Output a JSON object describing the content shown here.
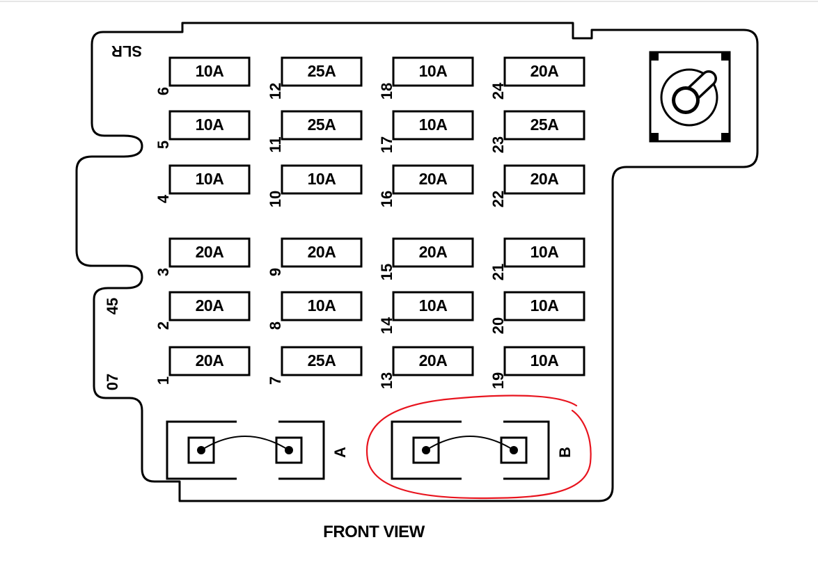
{
  "caption": "FRONT VIEW",
  "side_labels": {
    "top": "SLR",
    "middle": "45",
    "bottom": "07"
  },
  "fuses": [
    {
      "num": "6",
      "rating": "10A"
    },
    {
      "num": "5",
      "rating": "10A"
    },
    {
      "num": "4",
      "rating": "10A"
    },
    {
      "num": "3",
      "rating": "20A"
    },
    {
      "num": "2",
      "rating": "20A"
    },
    {
      "num": "1",
      "rating": "20A"
    },
    {
      "num": "12",
      "rating": "25A"
    },
    {
      "num": "11",
      "rating": "25A"
    },
    {
      "num": "10",
      "rating": "10A"
    },
    {
      "num": "9",
      "rating": "20A"
    },
    {
      "num": "8",
      "rating": "10A"
    },
    {
      "num": "7",
      "rating": "25A"
    },
    {
      "num": "18",
      "rating": "10A"
    },
    {
      "num": "17",
      "rating": "10A"
    },
    {
      "num": "16",
      "rating": "20A"
    },
    {
      "num": "15",
      "rating": "20A"
    },
    {
      "num": "14",
      "rating": "10A"
    },
    {
      "num": "13",
      "rating": "20A"
    },
    {
      "num": "24",
      "rating": "20A"
    },
    {
      "num": "23",
      "rating": "25A"
    },
    {
      "num": "22",
      "rating": "20A"
    },
    {
      "num": "21",
      "rating": "10A"
    },
    {
      "num": "20",
      "rating": "10A"
    },
    {
      "num": "19",
      "rating": "10A"
    }
  ],
  "breakers": [
    {
      "label": "A",
      "highlighted": false
    },
    {
      "label": "B",
      "highlighted": true
    }
  ],
  "colors": {
    "line": "#000000",
    "highlight": "#e8141e",
    "background": "#ffffff"
  }
}
